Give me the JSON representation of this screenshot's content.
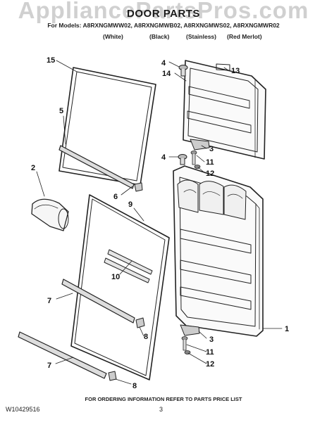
{
  "watermark": "AppliancePartsPros.com",
  "header": {
    "title": "DOOR PARTS",
    "models_line": "For Models: A8RXNGMWW02, A8RXNGMWB02, A8RXNGMWS02, A8RXNGMWR02",
    "variants": [
      "(White)",
      "(Black)",
      "(Stainless)",
      "(Red Merlot)"
    ]
  },
  "callouts": [
    "1",
    "2",
    "3",
    "3",
    "4",
    "4",
    "5",
    "6",
    "7",
    "7",
    "8",
    "8",
    "9",
    "10",
    "11",
    "11",
    "12",
    "12",
    "13",
    "14",
    "15"
  ],
  "footer": {
    "note": "FOR ORDERING INFORMATION REFER TO PARTS PRICE LIST",
    "doc_id": "W10429516",
    "page": "3"
  }
}
